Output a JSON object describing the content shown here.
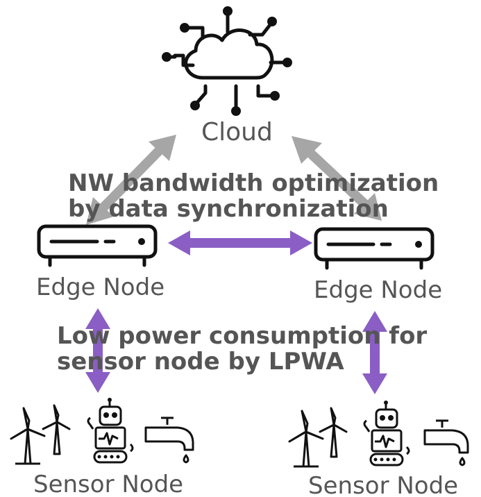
{
  "nodes": {
    "cloud": "Cloud",
    "edge_left": "Edge Node",
    "edge_right": "Edge Node",
    "sensor_left": "Sensor Node",
    "sensor_right": "Sensor Node"
  },
  "captions": {
    "sync_line1": "NW bandwidth optimization",
    "sync_line2": "by data synchronization",
    "lpwa_line1": "Low power consumption for",
    "lpwa_line2": "sensor node by LPWA"
  },
  "colors": {
    "uplink_arrow": "#a6a6a6",
    "sync_arrow": "#8a5ec4",
    "text": "#555555",
    "icon": "#111111"
  },
  "icons": [
    "cloud-network-icon",
    "edge-server-icon",
    "wind-turbine-icon",
    "robot-icon",
    "water-faucet-icon"
  ]
}
